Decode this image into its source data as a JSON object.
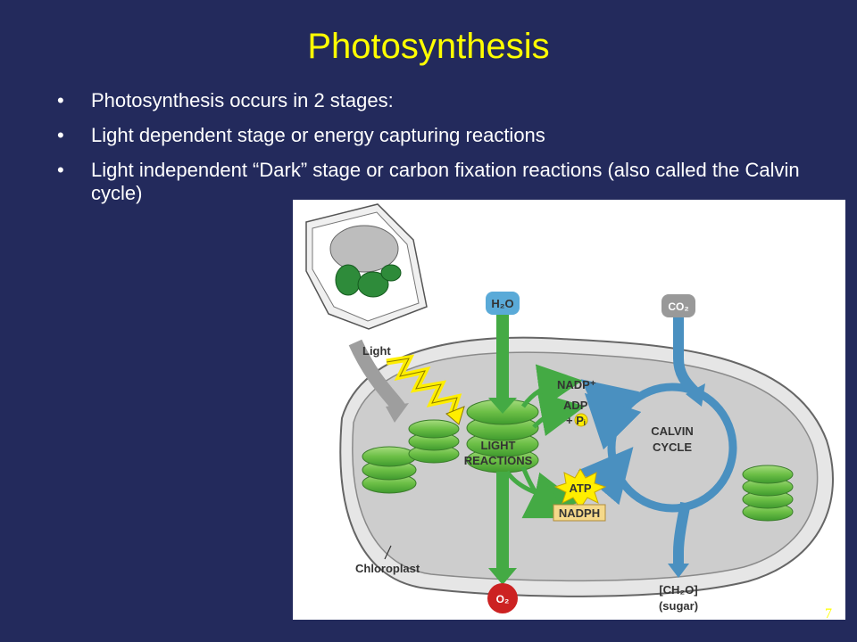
{
  "slide": {
    "title": "Photosynthesis",
    "bullets": [
      "Photosynthesis occurs in 2 stages:",
      "Light dependent stage or energy capturing reactions",
      "Light independent “Dark” stage or carbon fixation reactions (also called the Calvin cycle)"
    ],
    "bullet_symbol": "•",
    "page_number": "7"
  },
  "diagram": {
    "h2o": "H₂O",
    "co2": "CO₂",
    "o2": "O₂",
    "light": "Light",
    "nadp_plus": "NADP⁺",
    "adp": "ADP",
    "plus_pi": "+ Pᵢ",
    "light_reactions_1": "LIGHT",
    "light_reactions_2": "REACTIONS",
    "calvin_1": "CALVIN",
    "calvin_2": "CYCLE",
    "atp": "ATP",
    "nadph": "NADPH",
    "chloroplast": "Chloroplast",
    "sugar_1": "[CH₂O]",
    "sugar_2": "(sugar)"
  },
  "colors": {
    "background": "#232a5c",
    "title": "#ffff00",
    "green_arrow": "#44aa44",
    "blue_arrow": "#4a90c0",
    "h2o_badge": "#5aaad8",
    "co2_badge": "#999999",
    "o2_badge": "#cc2222"
  }
}
